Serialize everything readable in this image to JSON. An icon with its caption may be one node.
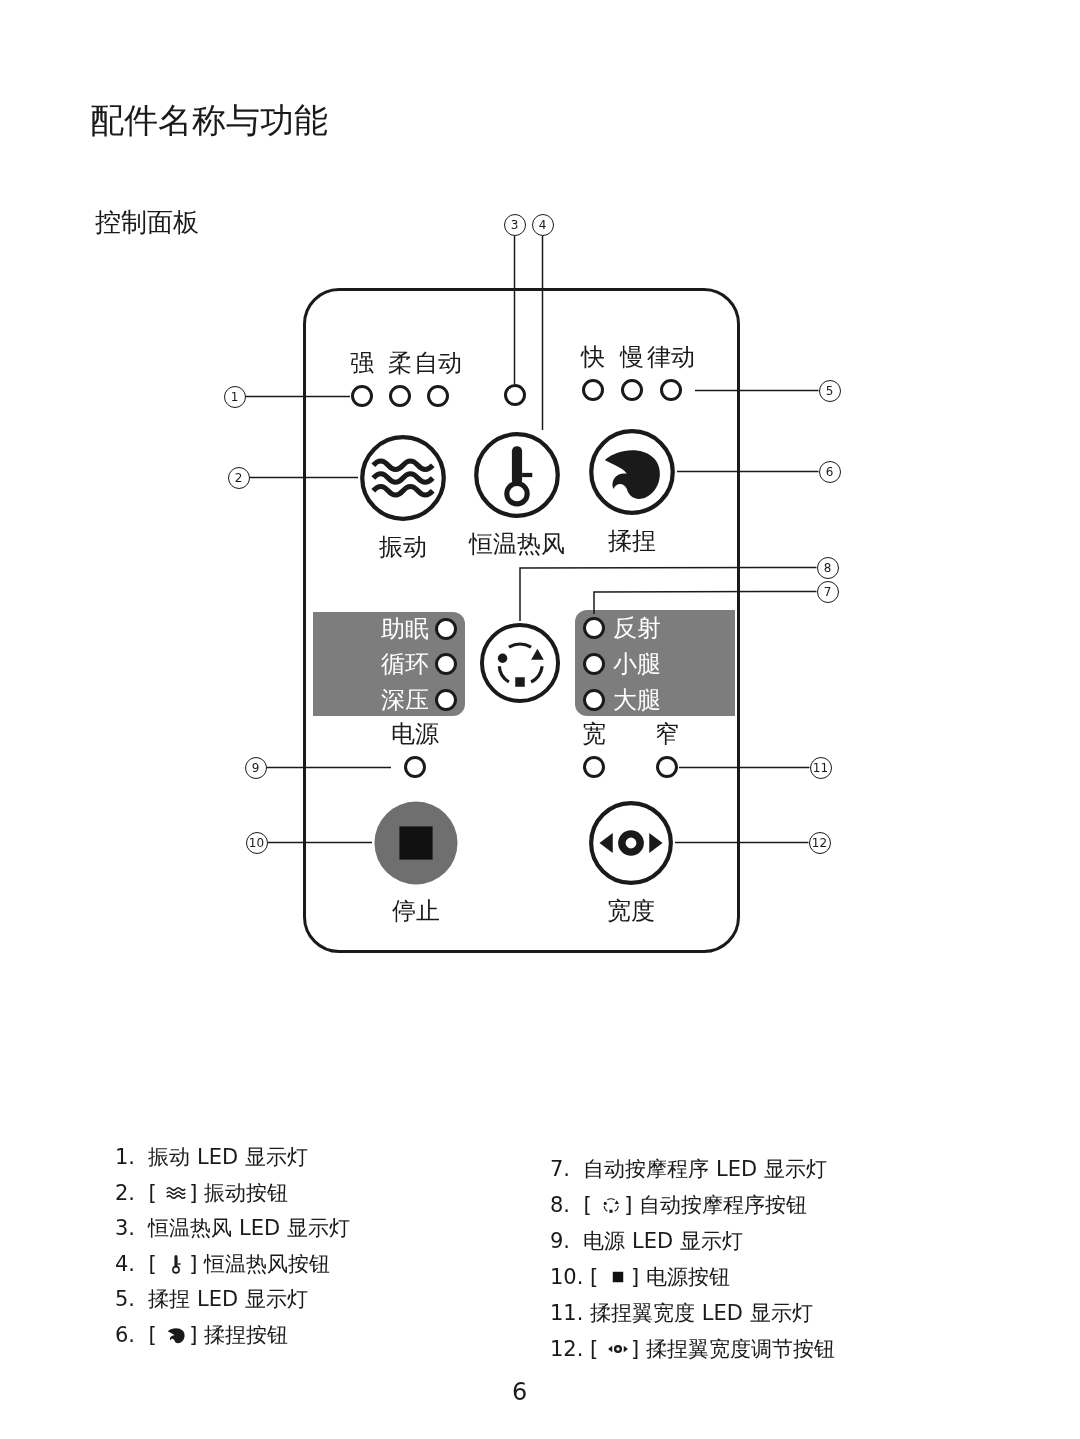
{
  "diagram": {
    "title": "配件名称与功能",
    "nodes": [
      {
        "text": [],
        "shape": "box"
      },
      {
        "text": [
          "强"
        ],
        "in": 0
      },
      {
        "text": [
          "柔"
        ],
        "in": 0
      },
      {
        "text": [
          "自动"
        ],
        "in": 0
      },
      {
        "text": [],
        "shape": "circle",
        "in": 0
      },
      {
        "text": [
          "快"
        ],
        "in": 0
      },
      {
        "text": [
          "慢"
        ],
        "in": 0
      },
      {
        "text": [
          "律动"
        ],
        "in": 0
      },
      {
        "text": [
          "振动"
        ],
        "in": 0
      },
      {
        "text": [
          "恒温热风"
        ],
        "in": 0
      },
      {
        "text": [
          "揉捏"
        ],
        "in": 0
      },
      {
        "text": [],
        "shape": "box",
        "in": 0
      },
      {
        "text": [
          "助眠"
        ],
        "in": 11
      },
      {
        "text": [
          "循环"
        ],
        "in": 11
      },
      {
        "text": [
          "深压"
        ],
        "in": 11
      },
      {
        "text": [],
        "shape": "circle",
        "in": 0
      },
      {
        "text": [],
        "shape": "box",
        "in": 0
      },
      {
        "text": [
          "反射"
        ],
        "in": 16
      },
      {
        "text": [
          "小腿"
        ],
        "in": 16
      },
      {
        "text": [
          "大腿"
        ],
        "in": 16
      },
      {
        "text": [
          "电源"
        ],
        "in": 0
      },
      {
        "text": [
          "宽"
        ],
        "in": 0
      },
      {
        "text": [
          "窄"
        ],
        "in": 0
      },
      {
        "text": [
          "停止"
        ],
        "in": 0
      },
      {
        "text": [
          "宽度"
        ],
        "in": 0
      },
      {
        "text": [
          "3"
        ]
      },
      {
        "text": [
          "4"
        ]
      },
      {
        "text": [
          "1"
        ]
      },
      {
        "text": [
          "5"
        ]
      },
      {
        "text": [
          "2"
        ]
      },
      {
        "text": [
          "6"
        ]
      },
      {
        "text": [
          "8"
        ]
      },
      {
        "text": [
          "7"
        ]
      },
      {
        "text": [
          "9"
        ]
      },
      {
        "text": [
          "11"
        ]
      },
      {
        "text": [
          "10"
        ]
      },
      {
        "text": [
          "12"
        ]
      }
    ],
    "edges": [
      {
        "from": 25,
        "to": 4,
        "arrow": "none"
      },
      {
        "from": 26,
        "to": 9,
        "arrow": "none"
      },
      {
        "from": 27,
        "to": 1,
        "arrow": "none"
      },
      {
        "from": 28,
        "to": 7,
        "arrow": "none"
      },
      {
        "from": 29,
        "to": 8,
        "arrow": "none"
      },
      {
        "from": 30,
        "to": 10,
        "arrow": "none"
      },
      {
        "from": 31,
        "to": 15,
        "arrow": "none"
      },
      {
        "from": 32,
        "to": 17,
        "arrow": "none"
      },
      {
        "from": 33,
        "to": 20,
        "arrow": "none"
      },
      {
        "from": 34,
        "to": 22,
        "arrow": "none"
      },
      {
        "from": 35,
        "to": 23,
        "arrow": "none"
      },
      {
        "from": 36,
        "to": 24,
        "arrow": "none"
      }
    ],
    "labels": [
      "控制面板",
      "1.  振动 LED 显示灯",
      "2.  [ ] 振动按钮",
      "3.  恒温热风 LED 显示灯",
      "4.  [ ] 恒温热风按钮",
      "5.  揉捏 LED 显示灯",
      "6.  [ ] 揉捏按钮",
      "7.  自动按摩程序 LED 显示灯",
      "8.  [ ] 自动按摩程序按钮",
      "9.  电源 LED 显示灯",
      "10. [ ] 电源按钮",
      "11. 揉捏翼宽度 LED 显示灯",
      "12. [ ] 揉捏翼宽度调节按钮",
      "6"
    ]
  }
}
